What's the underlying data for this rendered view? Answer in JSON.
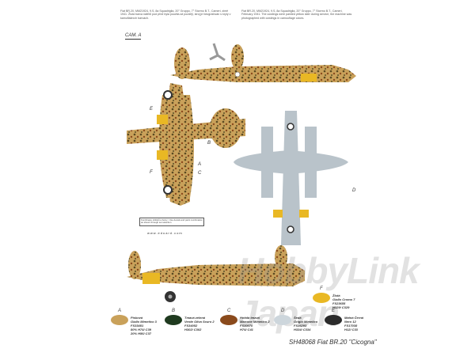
{
  "header": {
    "note_cz": "Fiat BR.20, MM21924, 9.S, 8a Squadriglia, 20° Gruppo, 7° Stormo B.T., Cameri, zimě 1941. Žlutá barva nátěrů pod přídí byla použita až později, stroj je fotografován s kryty v kamuflážních barvách.",
    "note_en": "Fiat BR.20, MM21924, 9.S, 8a Squadriglia, 20° Gruppo, 7° Stormo B.T., Cameri, February 1941. The cowlings were painted yellow later during service, the machine was photographed with cowlings in camouflage colors."
  },
  "scheme_label": "CAM. A",
  "callouts": {
    "a": "A",
    "b": "B",
    "c": "C",
    "d": "D",
    "e": "E",
    "f": "F"
  },
  "notice": "www.eduard.com",
  "notice_text": "Kombinace obtisků a barvy / Use decals and paint combination as shown through set selection",
  "paints": [
    {
      "letter": "A",
      "color": "#c9a15a",
      "lines": [
        "Písková",
        "Giallo Mimetico 3",
        "FS33481",
        "80% H74/ C39",
        "20% H56/ C37"
      ]
    },
    {
      "letter": "B",
      "color": "#1f3a1f",
      "lines": [
        "Tmavá zelená",
        "Verde Oliva Scuro 2",
        "FS34052",
        "H302/ C302"
      ]
    },
    {
      "letter": "C",
      "color": "#8a4a1c",
      "lines": [
        "Hnědá tmavá",
        "Marrone Mimetico 2",
        "FS30070",
        "H74/ C41"
      ]
    },
    {
      "letter": "D",
      "color": "#cdd6dc",
      "lines": [
        "Šedá",
        "Grigio Mimetico",
        "FS36293",
        "H334/ C334"
      ]
    },
    {
      "letter": "E",
      "color": "#2b2b2b",
      "lines": [
        "Matná Černá",
        "Nero 12",
        "FS17038",
        "H12/ C33"
      ]
    },
    {
      "letter": "F",
      "color": "#e9b824",
      "lines": [
        "Žlutá",
        "Giallo Cromo 7",
        "FS23655",
        "H329/ C329"
      ]
    }
  ],
  "title": "SH48068 Fiat BR.20 \"Cicogna\"",
  "watermark": "HobbyLink Japan"
}
